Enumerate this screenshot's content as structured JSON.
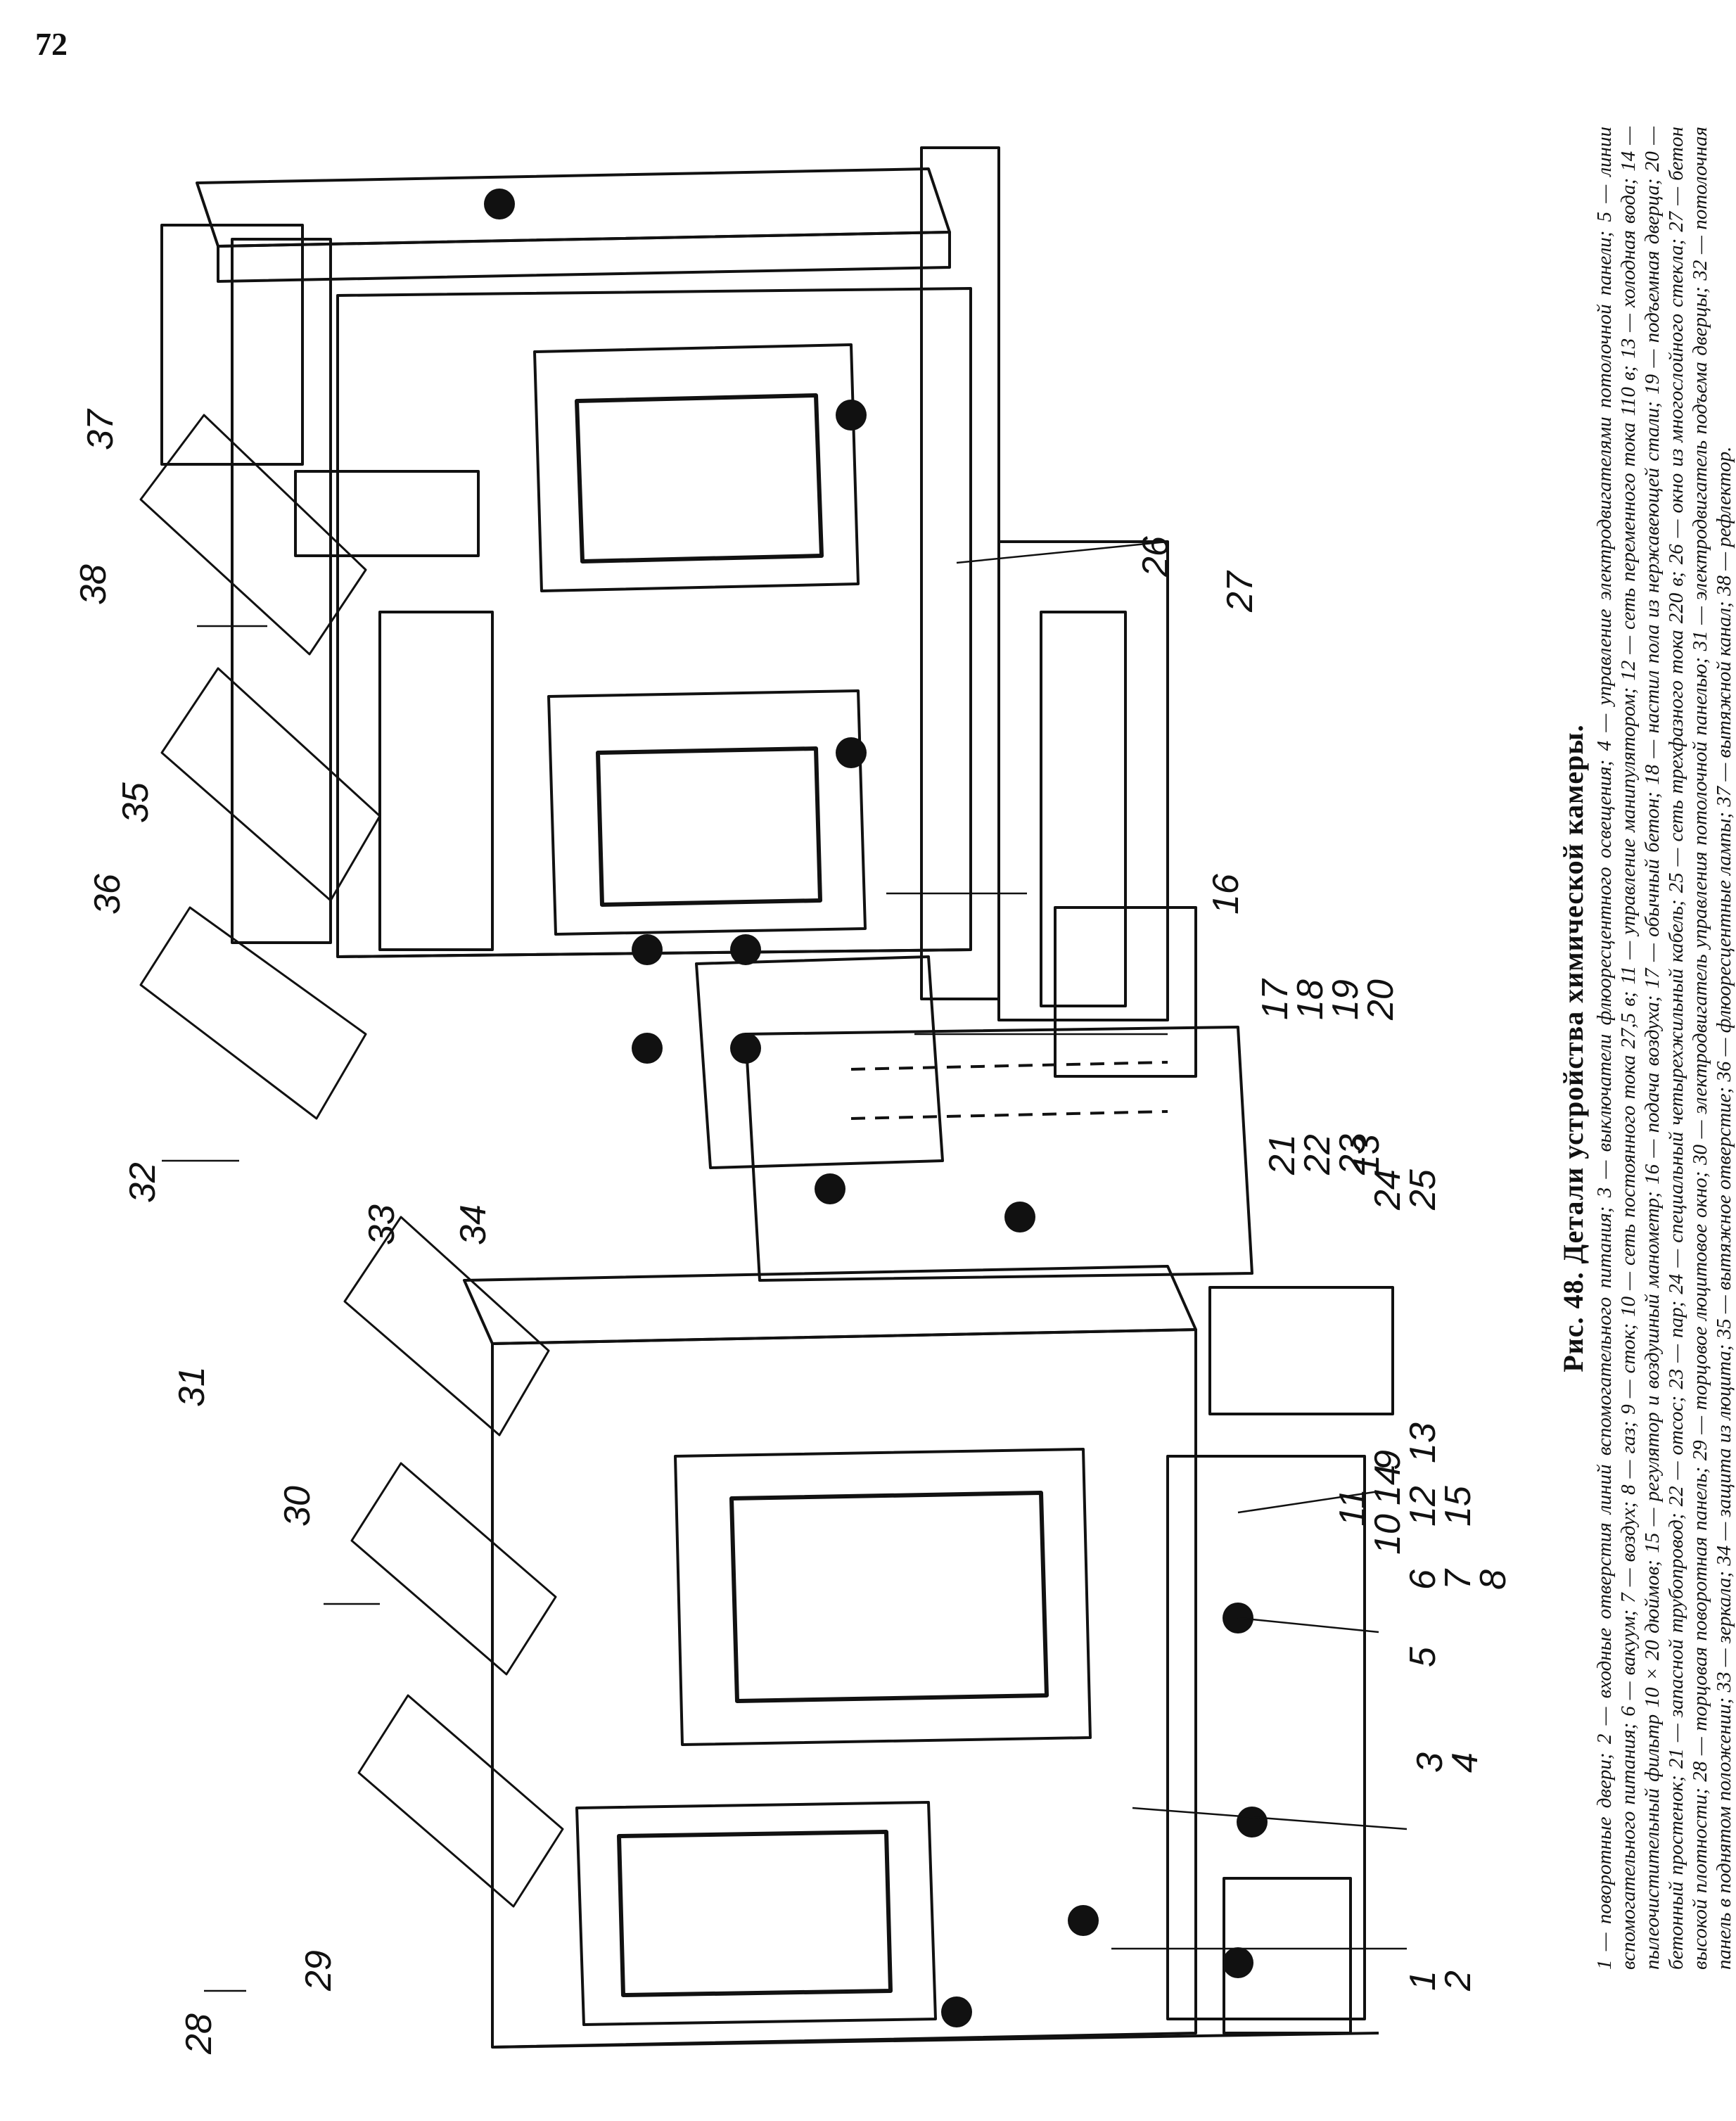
{
  "page": {
    "number": "72"
  },
  "caption": {
    "title": "Рис. 48. Детали устройства химической камеры.",
    "text": "1 — поворотные двери; 2 — входные отверстия линий вспомогательного питания; 3 — выключатели флюоресцентного освещения; 4 — управление электродвигателями потолочной панели; 5 — линии вспомогательного питания; 6 — вакуум; 7 — воздух; 8 — газ; 9 — сток; 10 — сеть постоянного тока 27,5 в; 11 — управление манипулятором; 12 — сеть переменного тока 110 в; 13 — холодная вода; 14 — пылеочистительный фильтр 10 × 20 дюймов; 15 — регулятор и воздушный манометр; 16 — подача воздуха; 17 — обычный бетон; 18 — настил пола из нержавеющей стали; 19 — подъемная дверца; 20 — бетонный простенок; 21 — запасной трубопровод; 22 — отсос; 23 — пар; 24 — специальный четырехжильный кабель; 25 — сеть трехфазного тока 220 в; 26 — окно из многослойного стекла; 27 — бетон высокой плотности; 28 — торцовая поворотная панель; 29 — торцовое люцитовое окно; 30 — электродвигатель управления потолочной панелью; 31 — электродвигатель подъема дверцы; 32 — потолочная панель в поднятом положении; 33 — зеркала; 34 — защита из люцита; 35 — вытяжное отверстие; 36 — флюоресцентные лампы; 37 — вытяжной канал; 38 — рефлектор."
  },
  "callouts": [
    "1",
    "2",
    "3",
    "4",
    "5",
    "6",
    "7",
    "8",
    "9",
    "10",
    "11",
    "12",
    "13",
    "13",
    "14",
    "15",
    "16",
    "17",
    "18",
    "19",
    "20",
    "21",
    "22",
    "23",
    "24",
    "25",
    "26",
    "27",
    "28",
    "29",
    "30",
    "31",
    "32",
    "33",
    "34",
    "35",
    "36",
    "37",
    "38"
  ]
}
